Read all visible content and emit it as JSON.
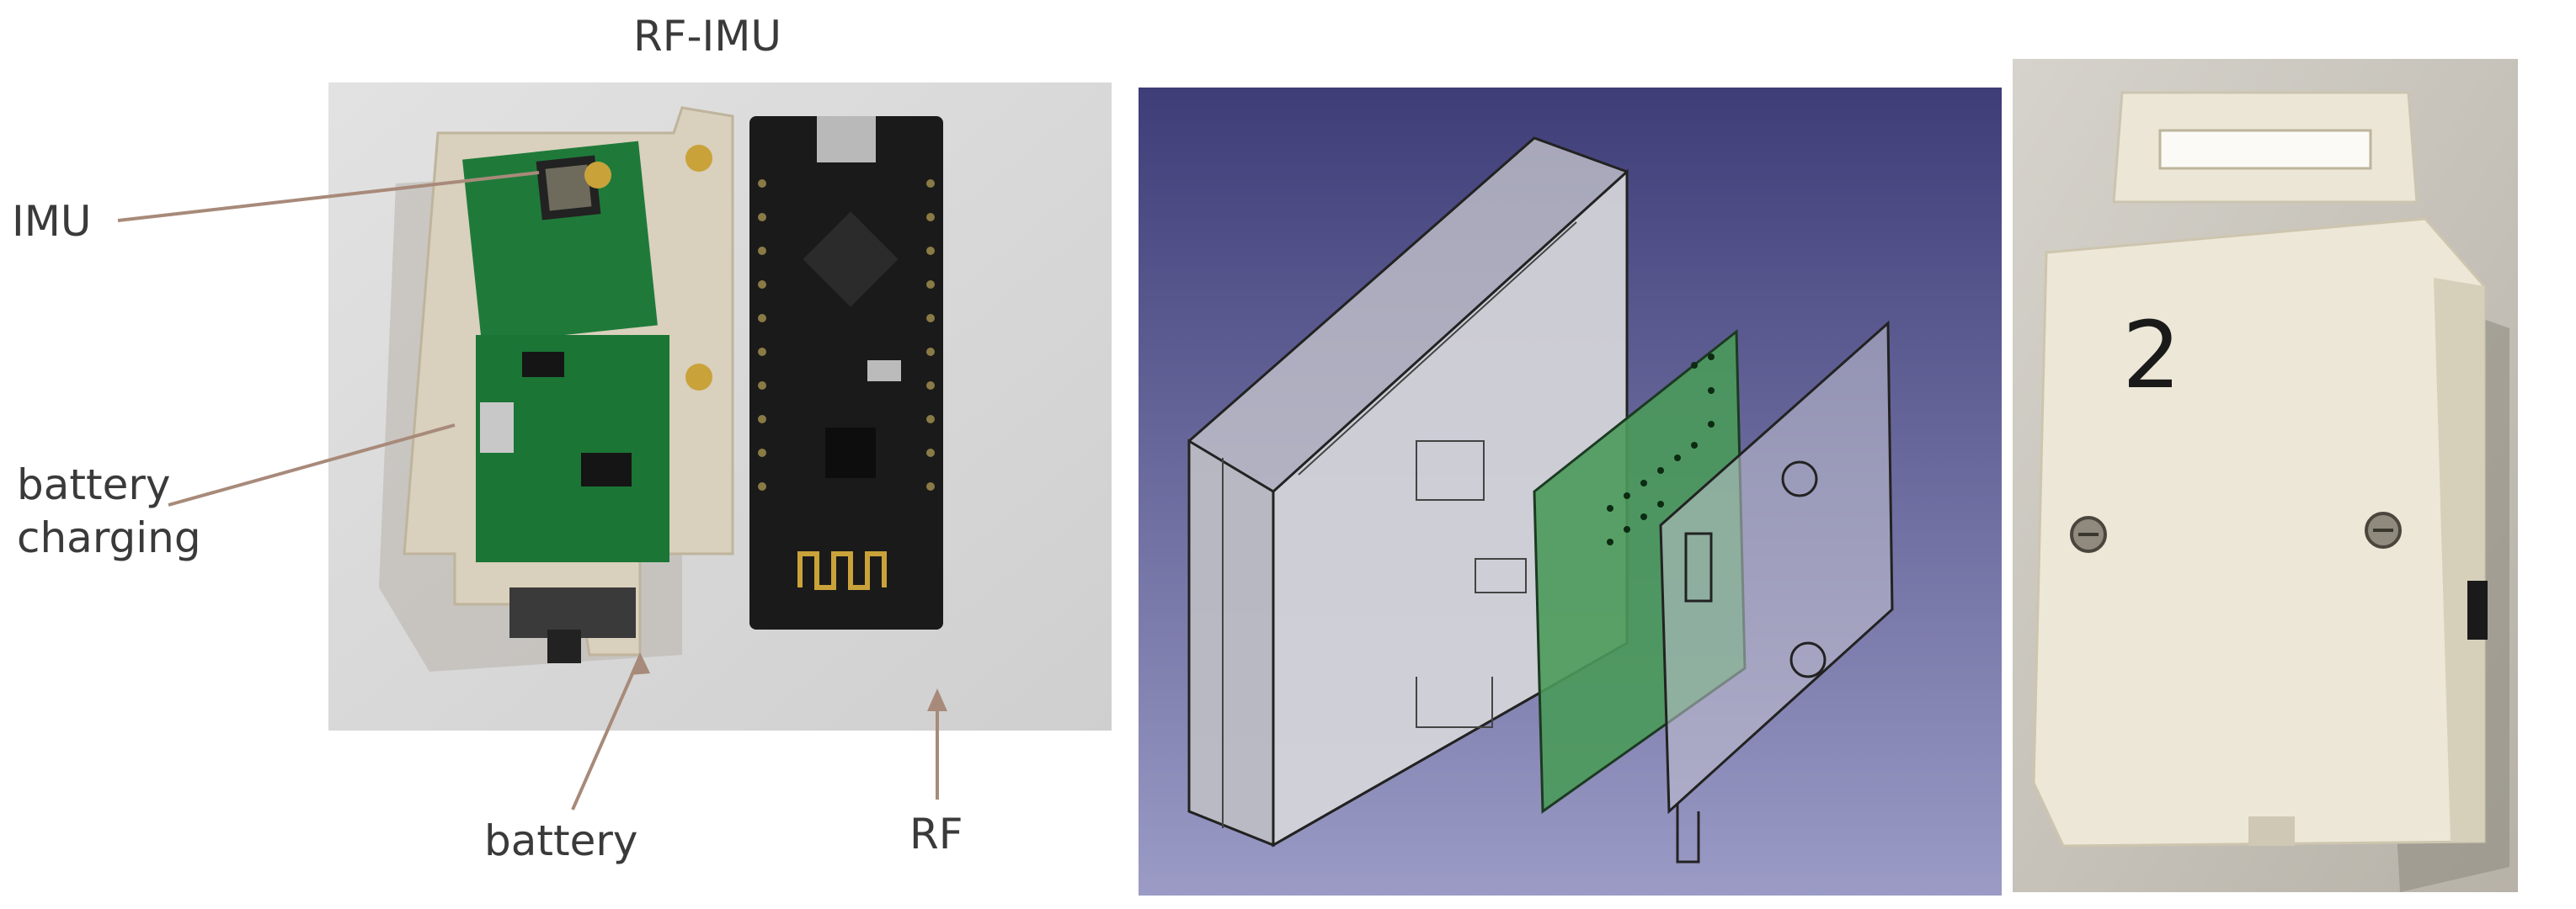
{
  "figure": {
    "title": "RF-IMU",
    "labels": {
      "imu": "IMU",
      "battery_charging_line1": "battery",
      "battery_charging_line2": "charging",
      "battery": "battery",
      "rf": "RF"
    },
    "enclosure_number": "2"
  },
  "colors": {
    "label_text": "#3a3a3a",
    "leader_line": "#a88a7a",
    "pcb_green": "#1f7a3a",
    "pcb_black": "#1a1a1a",
    "cad_bg_top": "#3e3d78",
    "cad_bg_bottom": "#9b9bc6",
    "cad_pcb": "#4a9a5a",
    "case_white": "#ece7d6"
  }
}
